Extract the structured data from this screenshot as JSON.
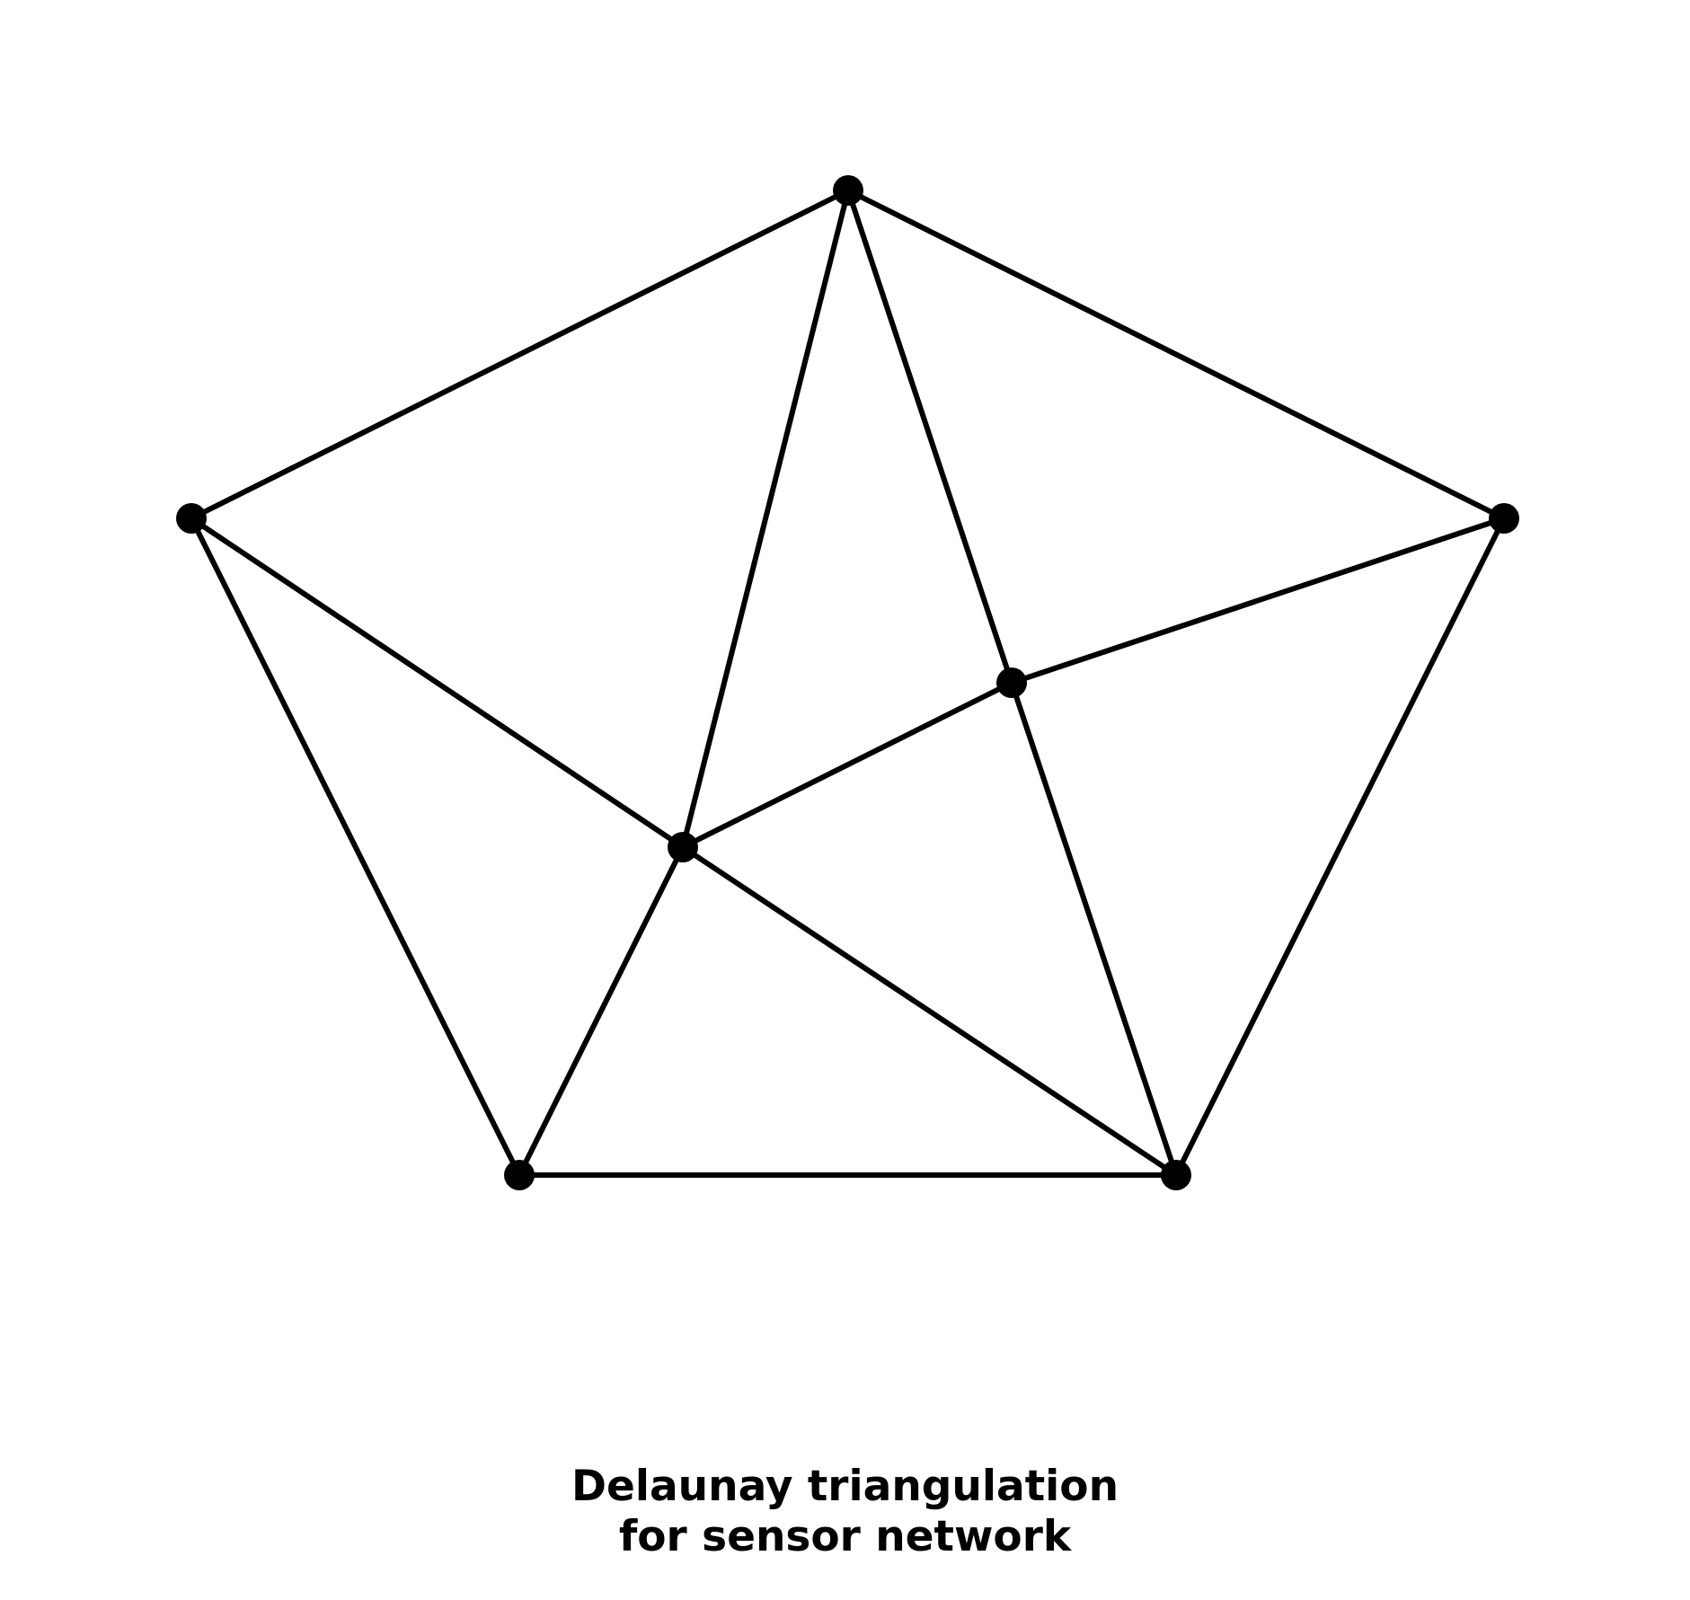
{
  "diagram": {
    "caption_lines": [
      "Delaunay triangulation",
      "for sensor network"
    ],
    "colors": {
      "background": "#ffffff",
      "edge": "#000000",
      "node": "#000000"
    },
    "nodes": [
      "top",
      "left",
      "right",
      "inner_right",
      "inner_left",
      "bottom_left",
      "bottom_right"
    ],
    "edges": [
      [
        "top",
        "left"
      ],
      [
        "top",
        "right"
      ],
      [
        "top",
        "inner_left"
      ],
      [
        "top",
        "inner_right"
      ],
      [
        "left",
        "inner_left"
      ],
      [
        "left",
        "bottom_left"
      ],
      [
        "right",
        "inner_right"
      ],
      [
        "right",
        "bottom_right"
      ],
      [
        "inner_right",
        "inner_left"
      ],
      [
        "inner_right",
        "bottom_right"
      ],
      [
        "inner_left",
        "bottom_left"
      ],
      [
        "inner_left",
        "bottom_right"
      ],
      [
        "bottom_left",
        "bottom_right"
      ]
    ]
  }
}
